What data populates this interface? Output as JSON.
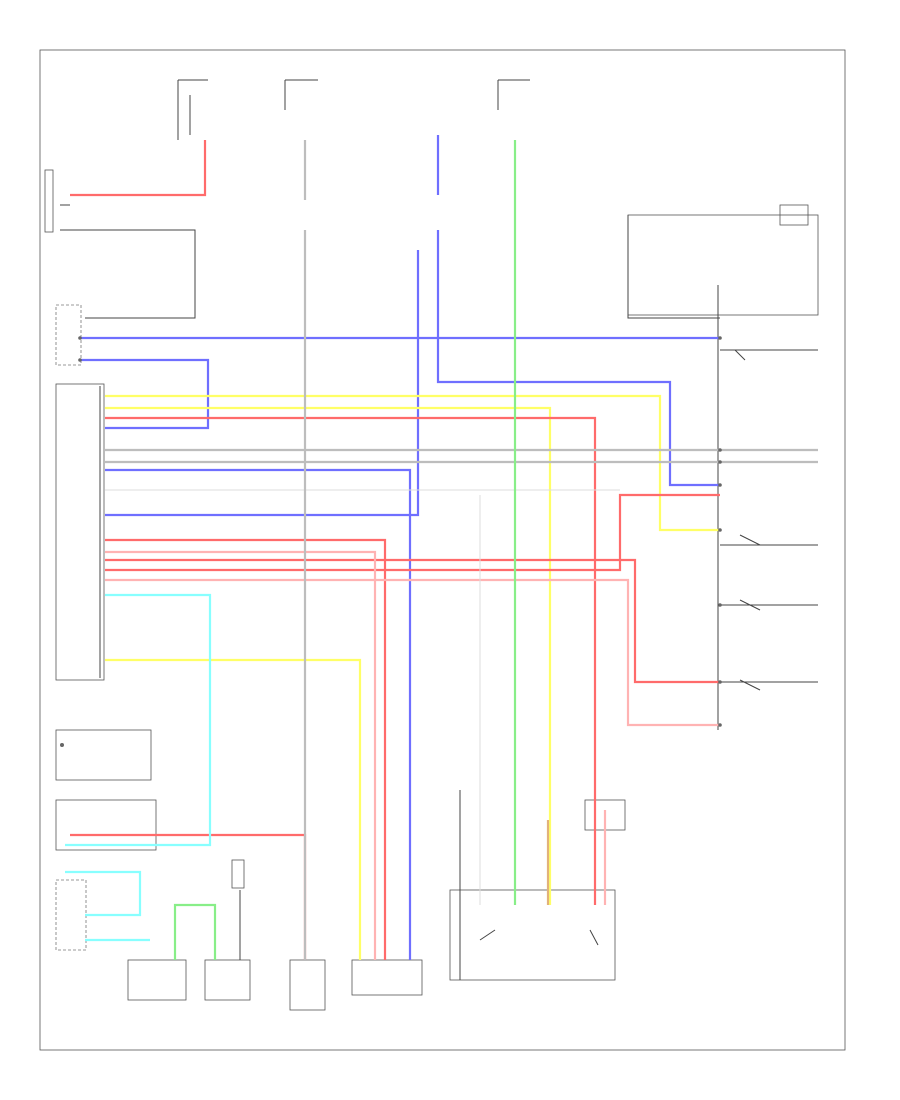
{
  "diagram": {
    "page_code": "",
    "colors": {
      "red": "#ff6b6b",
      "pink": "#ffb3b3",
      "blue": "#6f6fff",
      "yellow": "#ffff66",
      "green": "#88ee88",
      "cyan": "#88ffff",
      "gray": "#bdbdbd",
      "black": "#444444",
      "brown": "#e2b27a"
    },
    "components": [
      {
        "id": "fuse-top-left",
        "label": ""
      },
      {
        "id": "fuse-top-mid",
        "label": ""
      },
      {
        "id": "fuse-top-right",
        "label": ""
      },
      {
        "id": "body-control-module",
        "label": ""
      },
      {
        "id": "trunk-lid-switch",
        "label": ""
      },
      {
        "id": "ignition-switch",
        "label": ""
      },
      {
        "id": "combination-meter",
        "label": ""
      },
      {
        "id": "pushbutton-relay",
        "label": ""
      },
      {
        "id": "door-lock-actuator",
        "label": ""
      },
      {
        "id": "door-switch-bottom",
        "label": ""
      },
      {
        "id": "combination-switch",
        "label": ""
      }
    ]
  }
}
